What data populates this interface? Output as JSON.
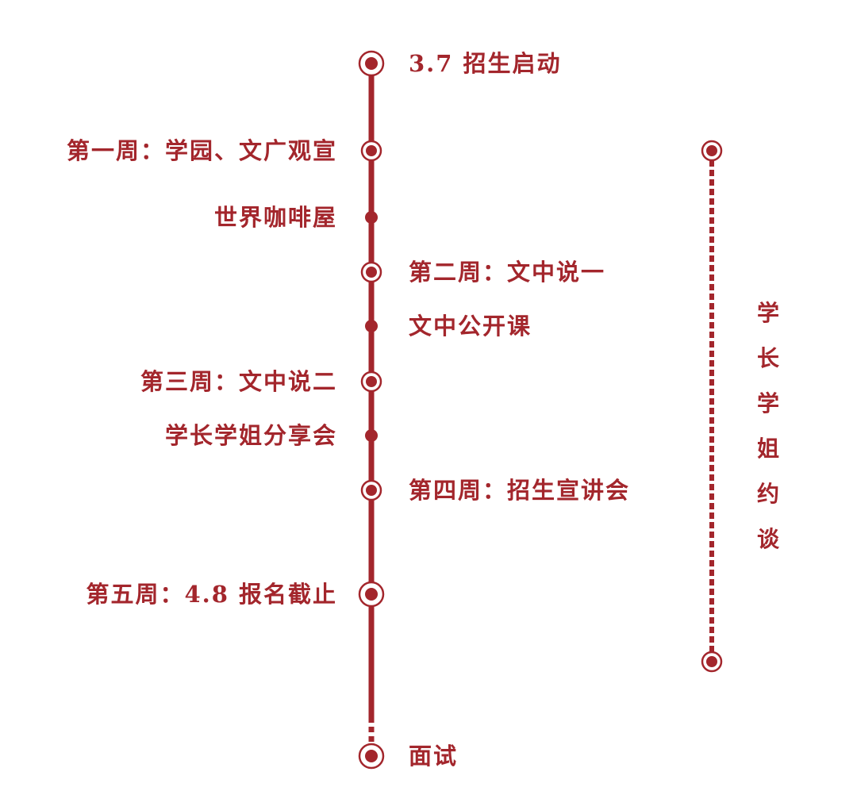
{
  "colors": {
    "accent": "#a3262c",
    "background": "#ffffff"
  },
  "timeline": {
    "start": {
      "label": "3.7 招生启动",
      "marker": "double-circle-dot"
    },
    "week1": {
      "label": "第一周：学园、文广观宣",
      "marker": "double-circle-dot"
    },
    "week1_event": {
      "label": "世界咖啡屋",
      "marker": "dot"
    },
    "week2": {
      "label": "第二周：文中说一",
      "marker": "double-circle-dot"
    },
    "week2_event": {
      "label": "文中公开课",
      "marker": "dot"
    },
    "week3": {
      "label": "第三周：文中说二",
      "marker": "double-circle-dot"
    },
    "week3_event": {
      "label": "学长学姐分享会",
      "marker": "dot"
    },
    "week4": {
      "label": "第四周：招生宣讲会",
      "marker": "double-circle-dot"
    },
    "week5": {
      "label": "第五周：4.8 报名截止",
      "marker": "double-circle-dot"
    },
    "end": {
      "label": "面试",
      "marker": "double-circle-dot"
    }
  },
  "side_track": {
    "label": "学长学姐约谈",
    "line_style": "dashed"
  }
}
